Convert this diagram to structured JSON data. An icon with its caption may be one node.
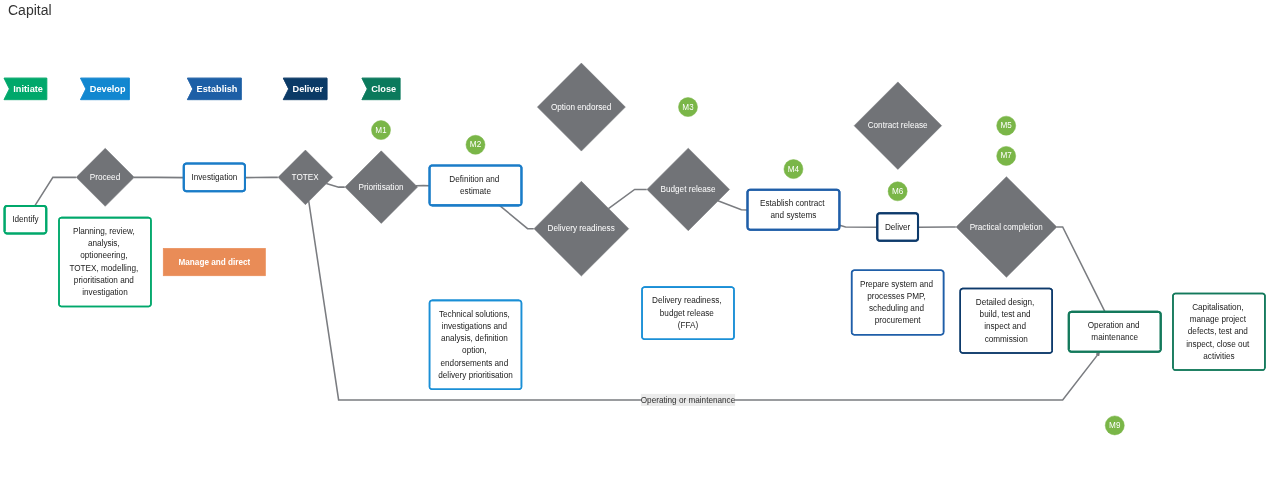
{
  "diagram": {
    "nodes": [
      {
        "text": [
          "Initiate"
        ]
      },
      {
        "text": [
          "Develop"
        ]
      },
      {
        "text": [
          "Establish"
        ]
      },
      {
        "text": [
          "Deliver"
        ]
      },
      {
        "text": [
          "Close"
        ]
      },
      {
        "text": [
          "Identify"
        ]
      },
      {
        "text": [
          "Proceed"
        ]
      },
      {
        "text": [
          "Investigation"
        ]
      },
      {
        "text": [
          "TOTEX"
        ]
      },
      {
        "text": [
          "M1"
        ]
      },
      {
        "text": [
          "Prioritisation"
        ]
      },
      {
        "text": [
          "M2"
        ]
      },
      {
        "text": [
          "Definition and estimate"
        ]
      },
      {
        "text": [
          "Option endorsed"
        ]
      },
      {
        "text": [
          "M3"
        ]
      },
      {
        "text": [
          "Delivery readiness"
        ]
      },
      {
        "text": [
          "Budget release"
        ]
      },
      {
        "text": [
          "M4"
        ]
      },
      {
        "text": [
          "Establish contract and systems"
        ]
      },
      {
        "text": [
          "Contract release"
        ]
      },
      {
        "text": [
          "M5"
        ]
      },
      {
        "text": [
          "M6"
        ]
      },
      {
        "text": [
          "Deliver"
        ]
      },
      {
        "text": [
          "M7"
        ]
      },
      {
        "text": [
          "Practical completion"
        ]
      },
      {
        "text": [
          "Operation and maintenance"
        ]
      },
      {
        "text": [
          "M9"
        ]
      },
      {
        "text": [
          "Planning, review, analysis, optioneering, TOTEX, modelling, prioritisation and investigation"
        ]
      },
      {
        "text": [
          "Technical solutions, investigations and analysis, definition option, endorsements and delivery prioritisation"
        ]
      },
      {
        "text": [
          "Delivery readiness, budget release (FFA)"
        ]
      },
      {
        "text": [
          "Prepare system and processes PMP, scheduling and procurement"
        ]
      },
      {
        "text": [
          "Detailed design, build, test and inspect and commission"
        ]
      },
      {
        "text": [
          "Capitalisation, manage project defects, test and inspect, close out activities"
        ]
      },
      {
        "text": [
          "Manage and direct"
        ]
      }
    ],
    "edges": [
      {
        "from": 5,
        "to": 6,
        "arrow": "none"
      },
      {
        "from": 6,
        "to": 7,
        "arrow": "none"
      },
      {
        "from": 7,
        "to": 8,
        "arrow": "none"
      },
      {
        "from": 8,
        "to": 10,
        "arrow": "none"
      },
      {
        "from": 10,
        "to": 12,
        "arrow": "none"
      },
      {
        "from": 12,
        "to": 15,
        "arrow": "none"
      },
      {
        "from": 15,
        "to": 16,
        "arrow": "none"
      },
      {
        "from": 16,
        "to": 18,
        "arrow": "none"
      },
      {
        "from": 18,
        "to": 22,
        "arrow": "none"
      },
      {
        "from": 22,
        "to": 24,
        "arrow": "none"
      },
      {
        "from": 24,
        "to": 25,
        "arrow": "none"
      },
      {
        "from": 8,
        "to": 25,
        "arrow": "to",
        "label": "Operating or maintenance"
      }
    ],
    "labels": [
      "Capital"
    ]
  }
}
